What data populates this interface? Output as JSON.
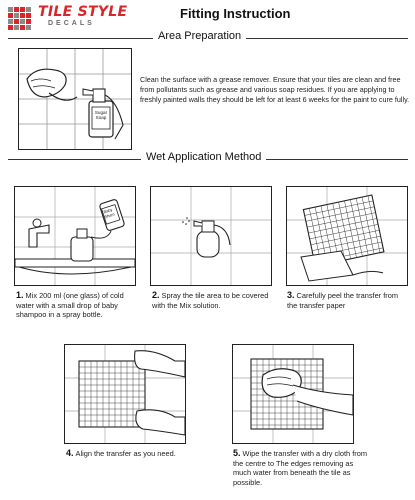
{
  "brand": {
    "name": "TILE STYLE",
    "tagline": "DECALS",
    "red": "#d9262c",
    "grey": "#6a6a6a"
  },
  "title": "Fitting Instruction",
  "sections": {
    "area_preparation": {
      "heading": "Area Preparation",
      "text": "Clean the surface with a grease remover. Ensure that your tiles are clean and free from pollutants such as grease and various soap residues. If you are applying to freshly painted walls they should be left for at least 6 weeks for the paint to cure fully.",
      "bottle_label": "Sugar Soap"
    },
    "wet_application": {
      "heading": "Wet Application Method",
      "bottle_label": "Baby Sham"
    }
  },
  "steps": [
    {
      "num": "1.",
      "text": "Mix 200 ml (one glass) of cold water with a small drop of baby shampoo in a spray bottle."
    },
    {
      "num": "2.",
      "text": "Spray the tile area to be covered with the Mix solution."
    },
    {
      "num": "3.",
      "text": "Carefully peel the transfer from the transfer paper"
    },
    {
      "num": "4.",
      "text": "Align the transfer as you need."
    },
    {
      "num": "5.",
      "text": "Wipe the transfer with a dry cloth from the centre to The edges removing as much water from beneath the tile as possible."
    }
  ]
}
